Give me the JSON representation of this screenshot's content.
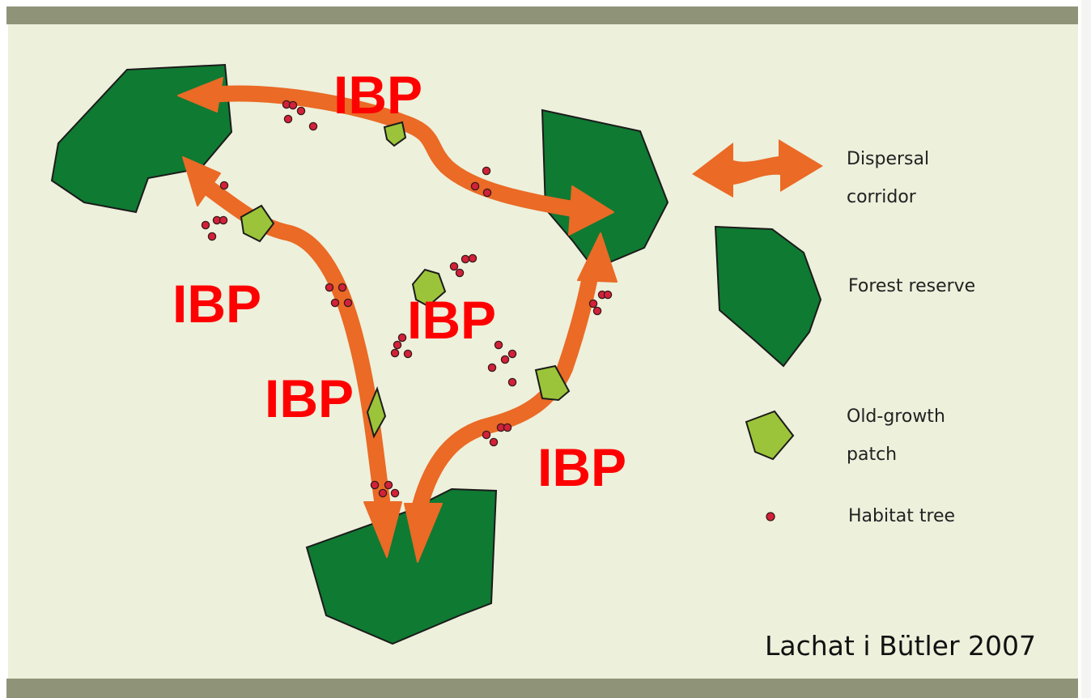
{
  "diagram": {
    "labels": [
      "IBP",
      "IBP",
      "IBP",
      "IBP",
      "IBP"
    ],
    "legend": {
      "dispersal_corridor": [
        "Dispersal",
        "corridor"
      ],
      "forest_reserve": "Forest reserve",
      "old_growth_patch": [
        "Old-growth",
        "patch"
      ],
      "habitat_tree": "Habitat tree"
    },
    "credit": "Lachat i Bütler 2007"
  },
  "colors": {
    "background": "#edf0db",
    "frame": "#8f9479",
    "forest": "#0f7a32",
    "patch": "#9cc43a",
    "corridor": "#ea6a26",
    "habitat_tree": "#d3213a",
    "label": "#ff0000"
  }
}
